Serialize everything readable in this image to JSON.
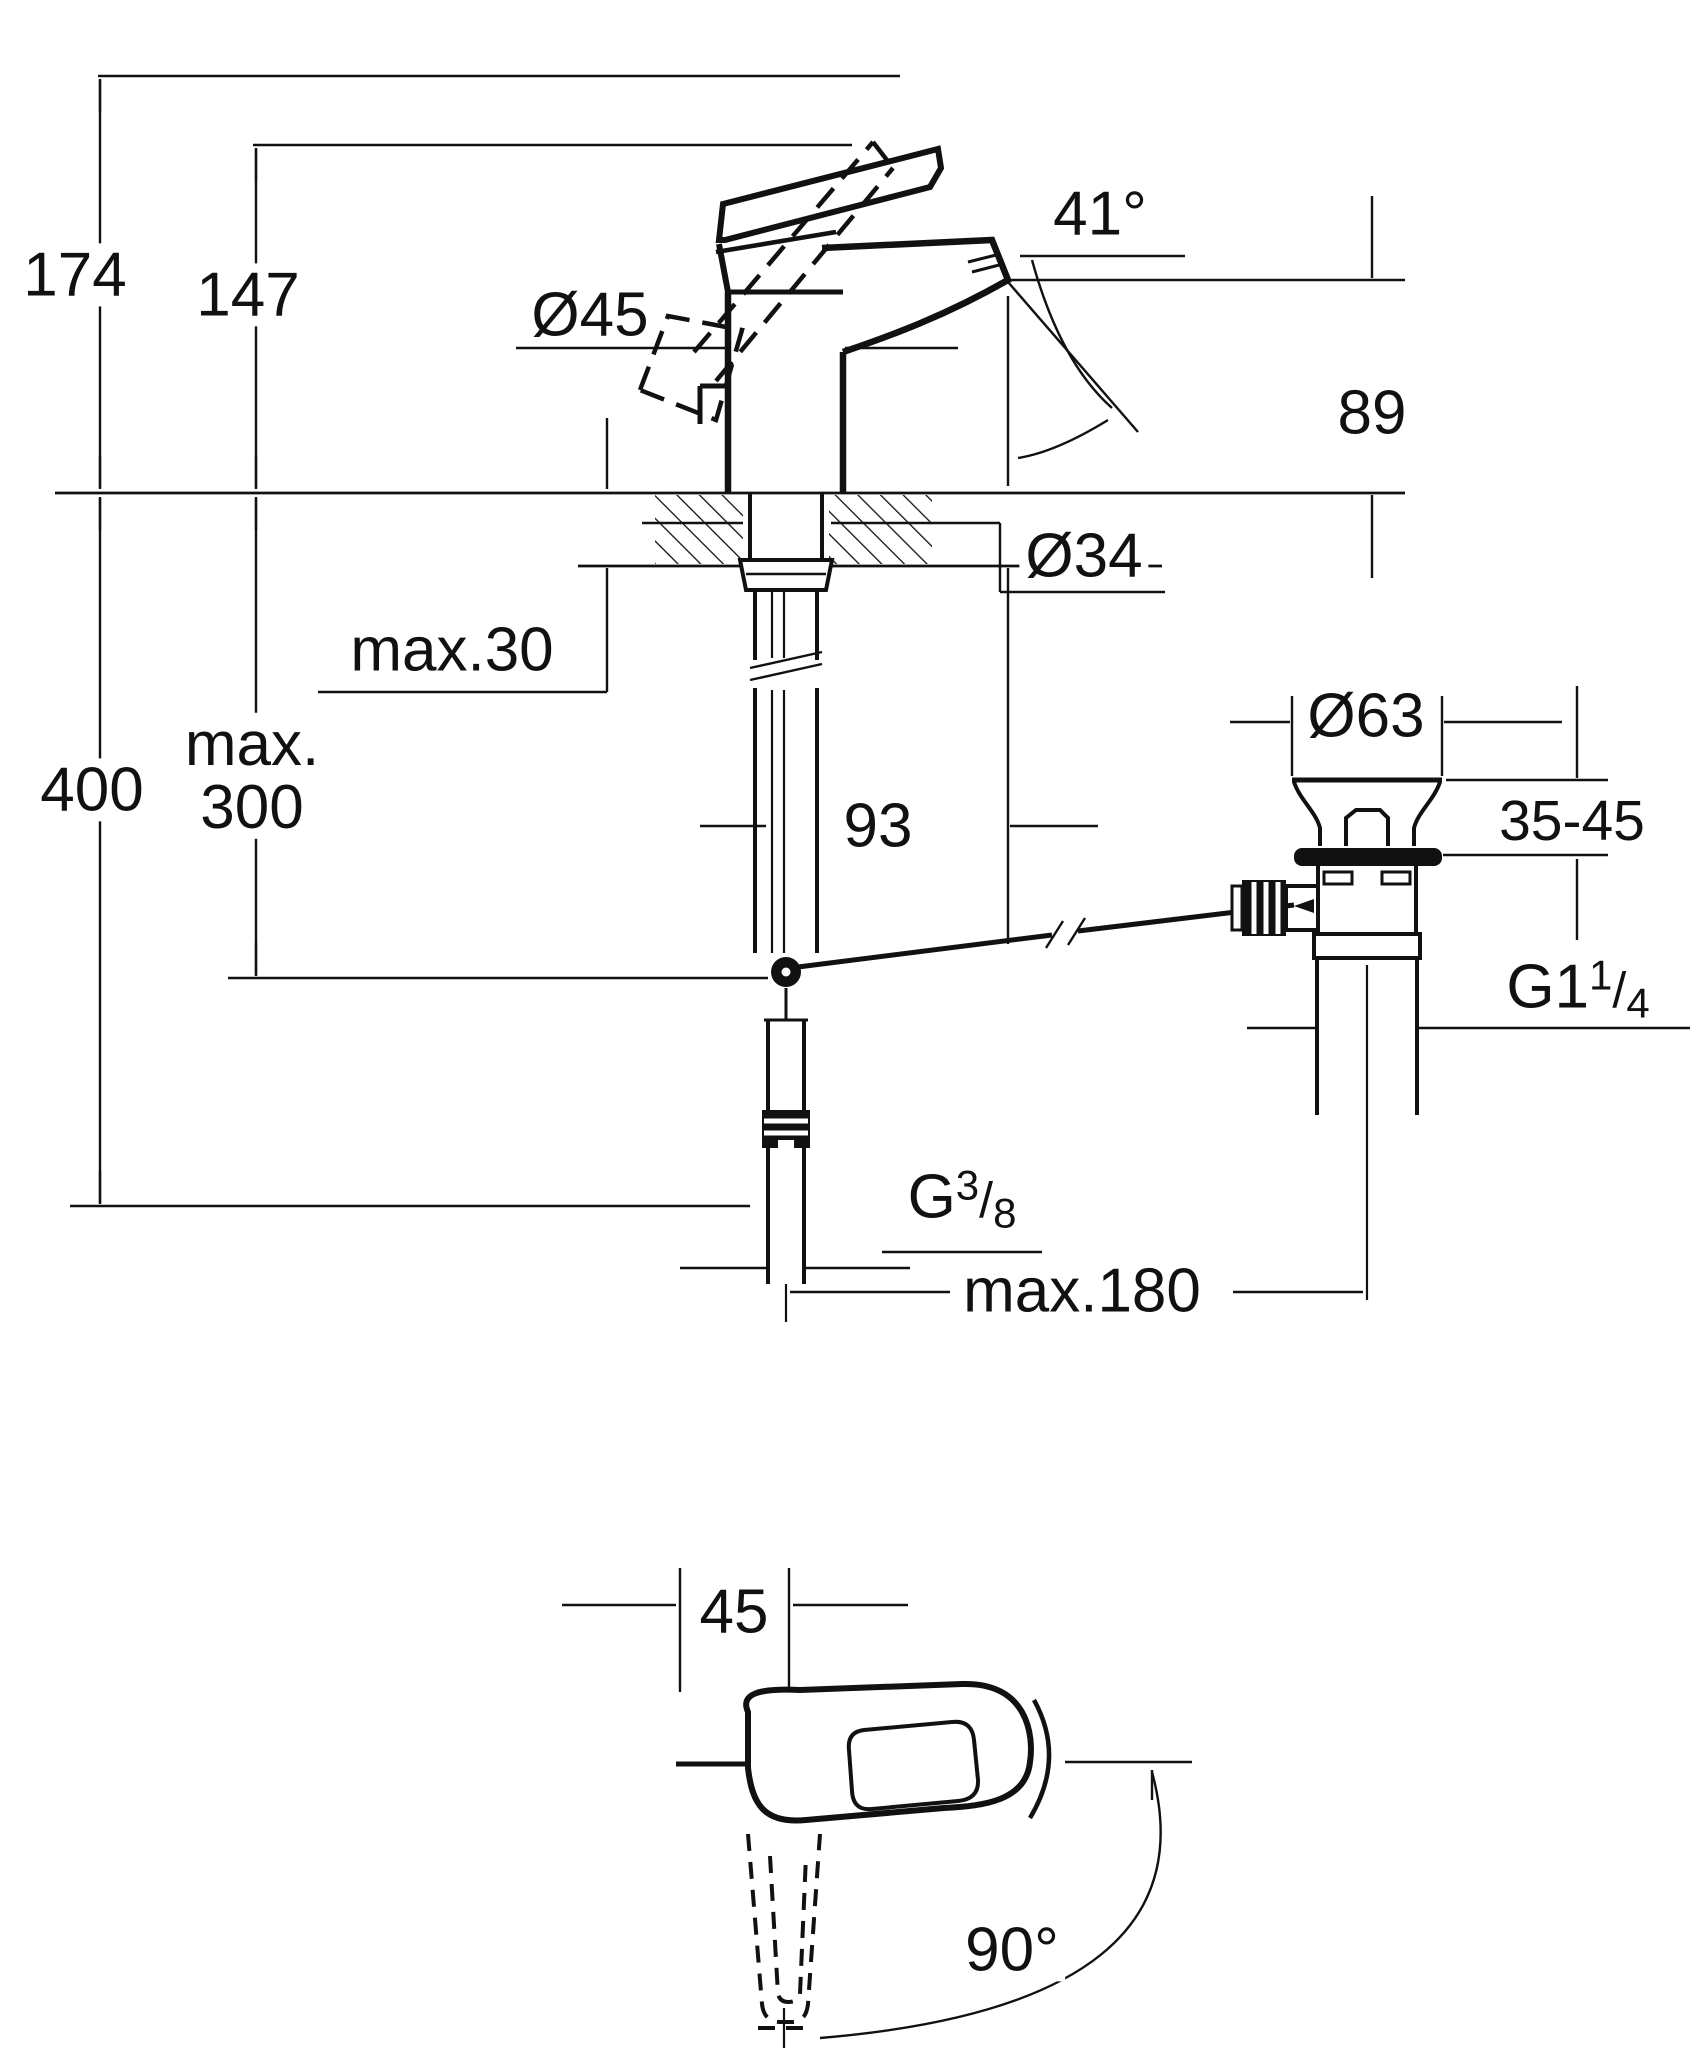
{
  "drawing": {
    "type": "faucet-installation-dimension-diagram",
    "units": "mm",
    "labels": {
      "height_total": "174",
      "height_lever_closed": "147",
      "body_diameter": "Ø45",
      "spout_angle": "41°",
      "spout_height": "89",
      "hole_diameter": "Ø34",
      "counter_thickness": "max.30",
      "hose_length": "400",
      "popup_rod_max_1": "max.",
      "popup_rod_max_2": "300",
      "spout_reach": "93",
      "drain_flange_diameter": "Ø63",
      "drain_clamp_range": "35-45",
      "drain_thread": {
        "base": "G1",
        "num": "1",
        "slash": "/",
        "den": "4"
      },
      "supply_thread": {
        "base": "G",
        "num": "3",
        "slash": "/",
        "den": "8"
      },
      "center_distance": "max.180",
      "handle_width": "45",
      "handle_swivel_angle": "90°"
    }
  }
}
